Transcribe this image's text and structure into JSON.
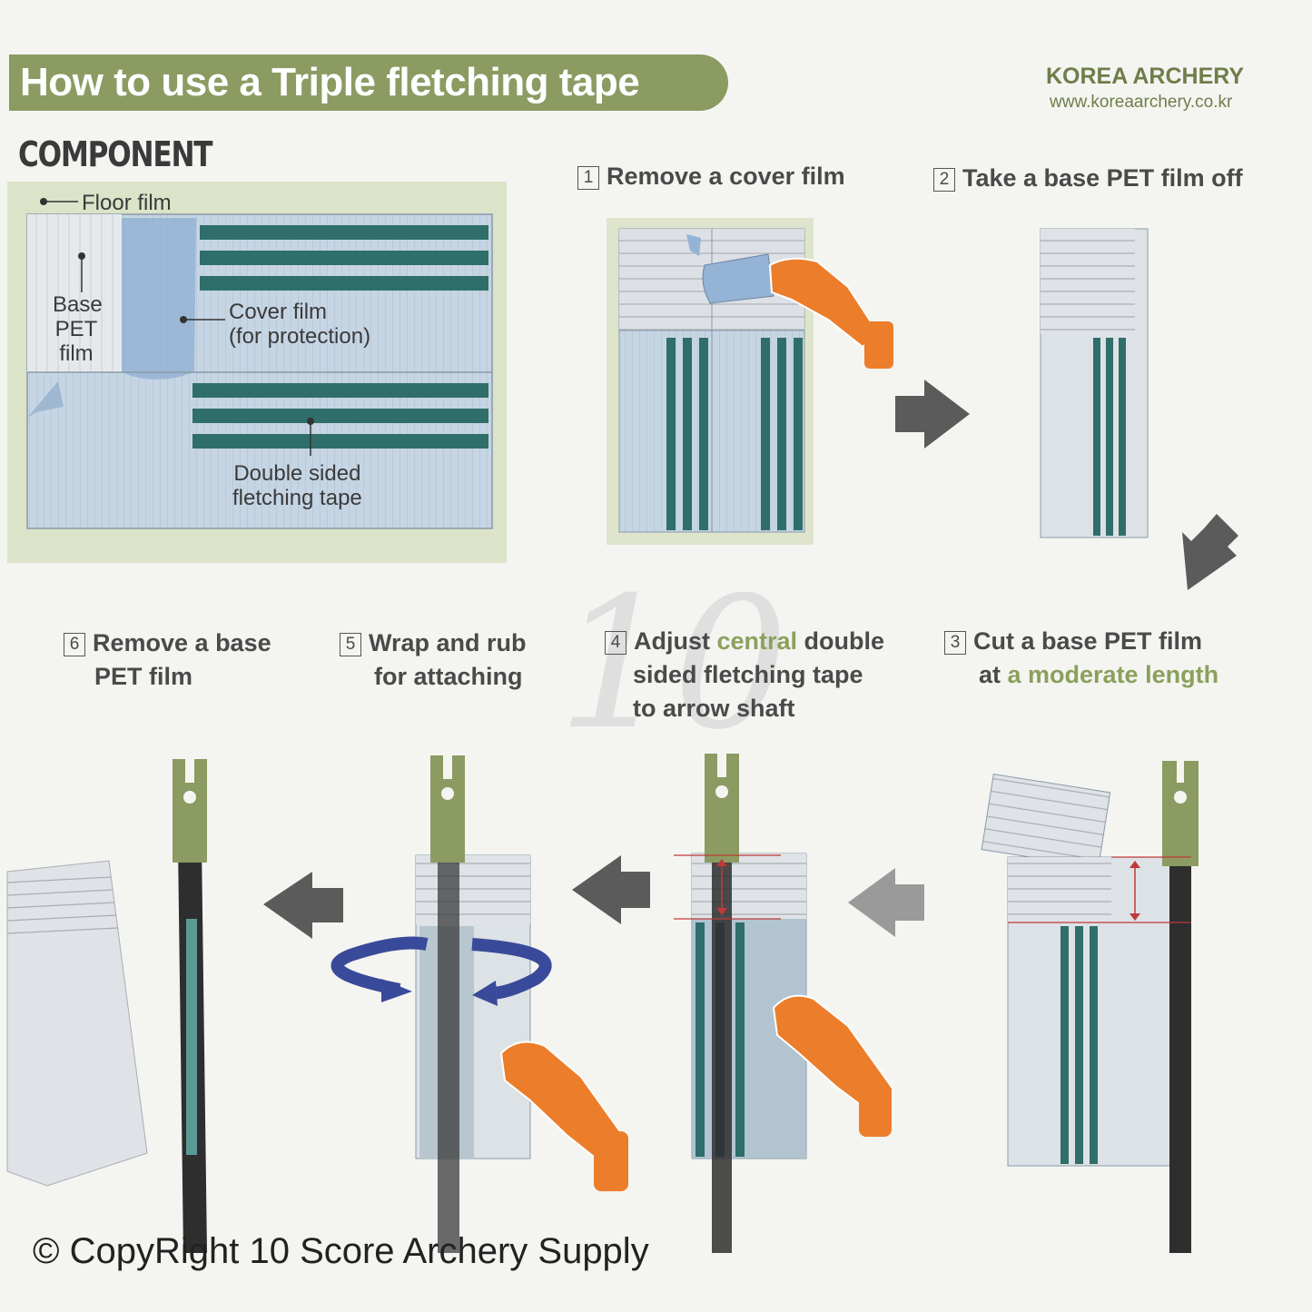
{
  "header": {
    "title": "How to use a Triple fletching tape",
    "brand": "KOREA ARCHERY",
    "url": "www.koreaarchery.co.kr"
  },
  "component": {
    "heading": "COMPONENT",
    "labels": {
      "floor_film": "Floor film",
      "base_pet_1": "Base",
      "base_pet_2": "PET",
      "base_pet_3": "film",
      "cover_film_1": "Cover film",
      "cover_film_2": "(for protection)",
      "tape_1": "Double sided",
      "tape_2": "fletching tape"
    }
  },
  "steps": [
    {
      "num": "1",
      "lines": [
        "Remove a cover film"
      ]
    },
    {
      "num": "2",
      "lines": [
        "Take a base PET film off"
      ]
    },
    {
      "num": "3",
      "line1": "Cut a base PET film",
      "line2_pre": "at ",
      "line2_green": "a moderate length"
    },
    {
      "num": "4",
      "line1_pre": "Adjust ",
      "line1_green": "central",
      "line1_post": " double",
      "line2": "sided fletching tape",
      "line3": "to arrow shaft"
    },
    {
      "num": "5",
      "lines": [
        "Wrap and rub",
        "for attaching"
      ]
    },
    {
      "num": "6",
      "lines": [
        "Remove a base",
        "PET film"
      ]
    }
  ],
  "watermark": "10",
  "copyright": "© CopyRight 10 Score Archery Supply",
  "colors": {
    "olive": "#8b9b62",
    "teal": "#2f6e6a",
    "film_blue": "#c3d3e3",
    "hand_orange": "#ec7d2a",
    "arrow_gray": "#5b5b5b",
    "wrap_blue": "#3a4a9a"
  }
}
